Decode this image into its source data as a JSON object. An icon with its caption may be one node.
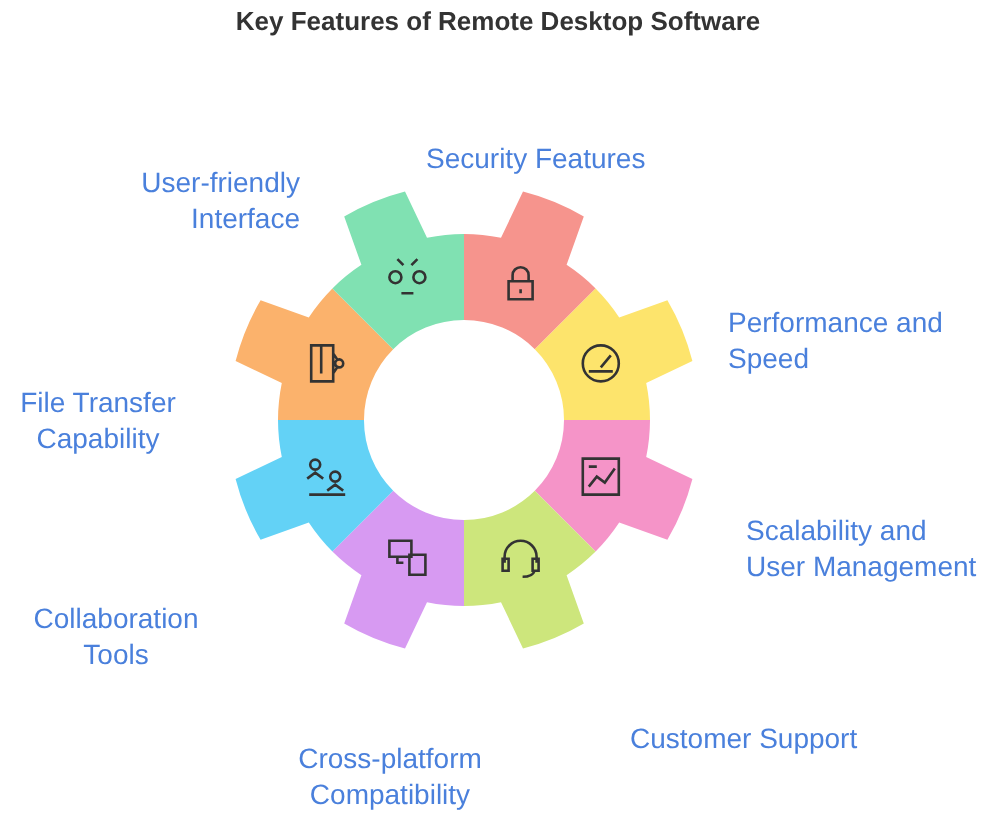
{
  "diagram": {
    "title": "Key Features of Remote Desktop Software",
    "nodes": [
      {
        "text": [],
        "shape": "segment",
        "beside": [
          "Security Features"
        ]
      },
      {
        "text": [],
        "shape": "segment",
        "beside": [
          "Performance and Speed"
        ]
      },
      {
        "text": [],
        "shape": "segment",
        "beside": [
          "Scalability and User Management"
        ]
      },
      {
        "text": [],
        "shape": "segment",
        "beside": [
          "Customer Support"
        ]
      },
      {
        "text": [],
        "shape": "segment",
        "beside": [
          "Cross-platform Compatibility"
        ]
      },
      {
        "text": [],
        "shape": "segment",
        "beside": [
          "Collaboration Tools"
        ]
      },
      {
        "text": [],
        "shape": "segment",
        "beside": [
          "File Transfer Capability"
        ]
      },
      {
        "text": [],
        "shape": "segment",
        "beside": [
          "User-friendly Interface"
        ]
      }
    ]
  }
}
